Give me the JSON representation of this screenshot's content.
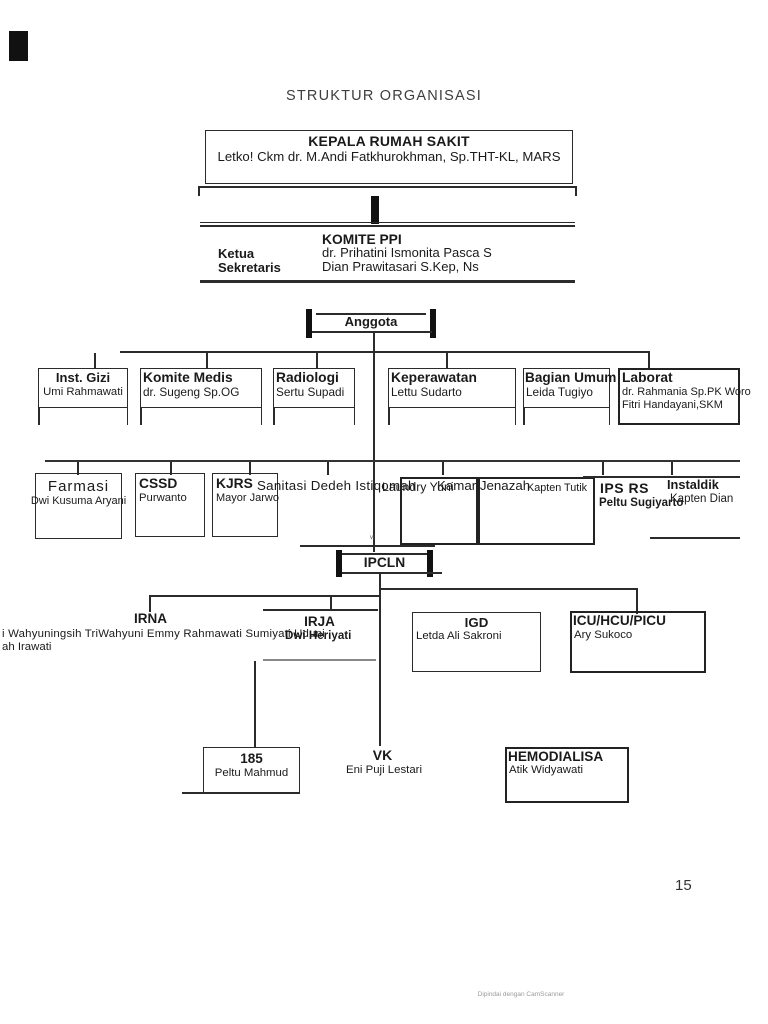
{
  "title": "STRUKTUR ORGANISASI",
  "page_number": "15",
  "scanner_watermark": "Dipindai dengan CamScanner",
  "artifact_vr": "vr",
  "colors": {
    "ink": "#1a1a1a",
    "line": "#2b2b2b",
    "watermark": "#9a9a9a",
    "background": "#ffffff"
  },
  "kepala": {
    "title": "KEPALA RUMAH SAKIT",
    "name": "Letko! Ckm dr. M.Andi Fatkhurokhman, Sp.THT-KL, MARS"
  },
  "komite": {
    "title": "KOMITE PPI",
    "ketua_label": "Ketua",
    "ketua_name": "dr. Prihatini Ismonita Pasca S",
    "sekretaris_label": "Sekretaris",
    "sekretaris_name": "Dian Prawitasari S.Kep, Ns"
  },
  "anggota_label": "Anggota",
  "row1": [
    {
      "title": "Inst. Gizi",
      "name": "Umi Rahmawati"
    },
    {
      "title": "Komite Medis",
      "name": "dr. Sugeng Sp.OG"
    },
    {
      "title": "Radiologi",
      "name": "Sertu Supadi"
    },
    {
      "title": "Keperawatan",
      "name": "Lettu Sudarto"
    },
    {
      "title": "Bagian Umum",
      "name": "Leida Tugiyo"
    },
    {
      "title": "Laborat",
      "name_line1": "dr. Rahmania Sp.PK Woro",
      "name_line2": "Fitri Handayani,SKM"
    }
  ],
  "row2": {
    "farmasi": {
      "title": "Farmasi",
      "name": "Dwi Kusuma Aryani"
    },
    "cssd": {
      "title": "CSSD",
      "name": "Purwanto"
    },
    "kjrs": {
      "title": "KJRS",
      "name": "Mayor Jarwo"
    },
    "sanitasi_label": "Sanitasi Dedeh Istiqomah",
    "laundry_label": "Laundry Yuni",
    "kamar_jenazah_label": "Kamar Jenazah",
    "kapten_label": "Kapten Tutik",
    "ips_rs": {
      "title": "IPS RS",
      "name": "Peltu Sugiyarto"
    },
    "instaldik": {
      "title": "Instaldik",
      "name": "Kapten Dian"
    }
  },
  "ipcln_label": "IPCLN",
  "row3": {
    "irna": {
      "title": "IRNA",
      "names_line1": "i Wahyuningsih TriWahyuni Emmy Rahmawati Sumiyati Uduni",
      "names_line2": "ah Irawati"
    },
    "irja": {
      "title": "IRJA",
      "name": "Dwi Heriyati"
    },
    "igd": {
      "title": "IGD",
      "name": "Letda Ali Sakroni"
    },
    "icu": {
      "title": "ICU/HCU/PICU",
      "name": "Ary Sukoco"
    }
  },
  "row4": {
    "unit_185": {
      "title": "185",
      "name": "Peltu Mahmud"
    },
    "vk": {
      "title": "VK",
      "name": "Eni Puji Lestari"
    },
    "hemodialisa": {
      "title": "HEMODIALISA",
      "name": "Atik Widyawati"
    }
  }
}
